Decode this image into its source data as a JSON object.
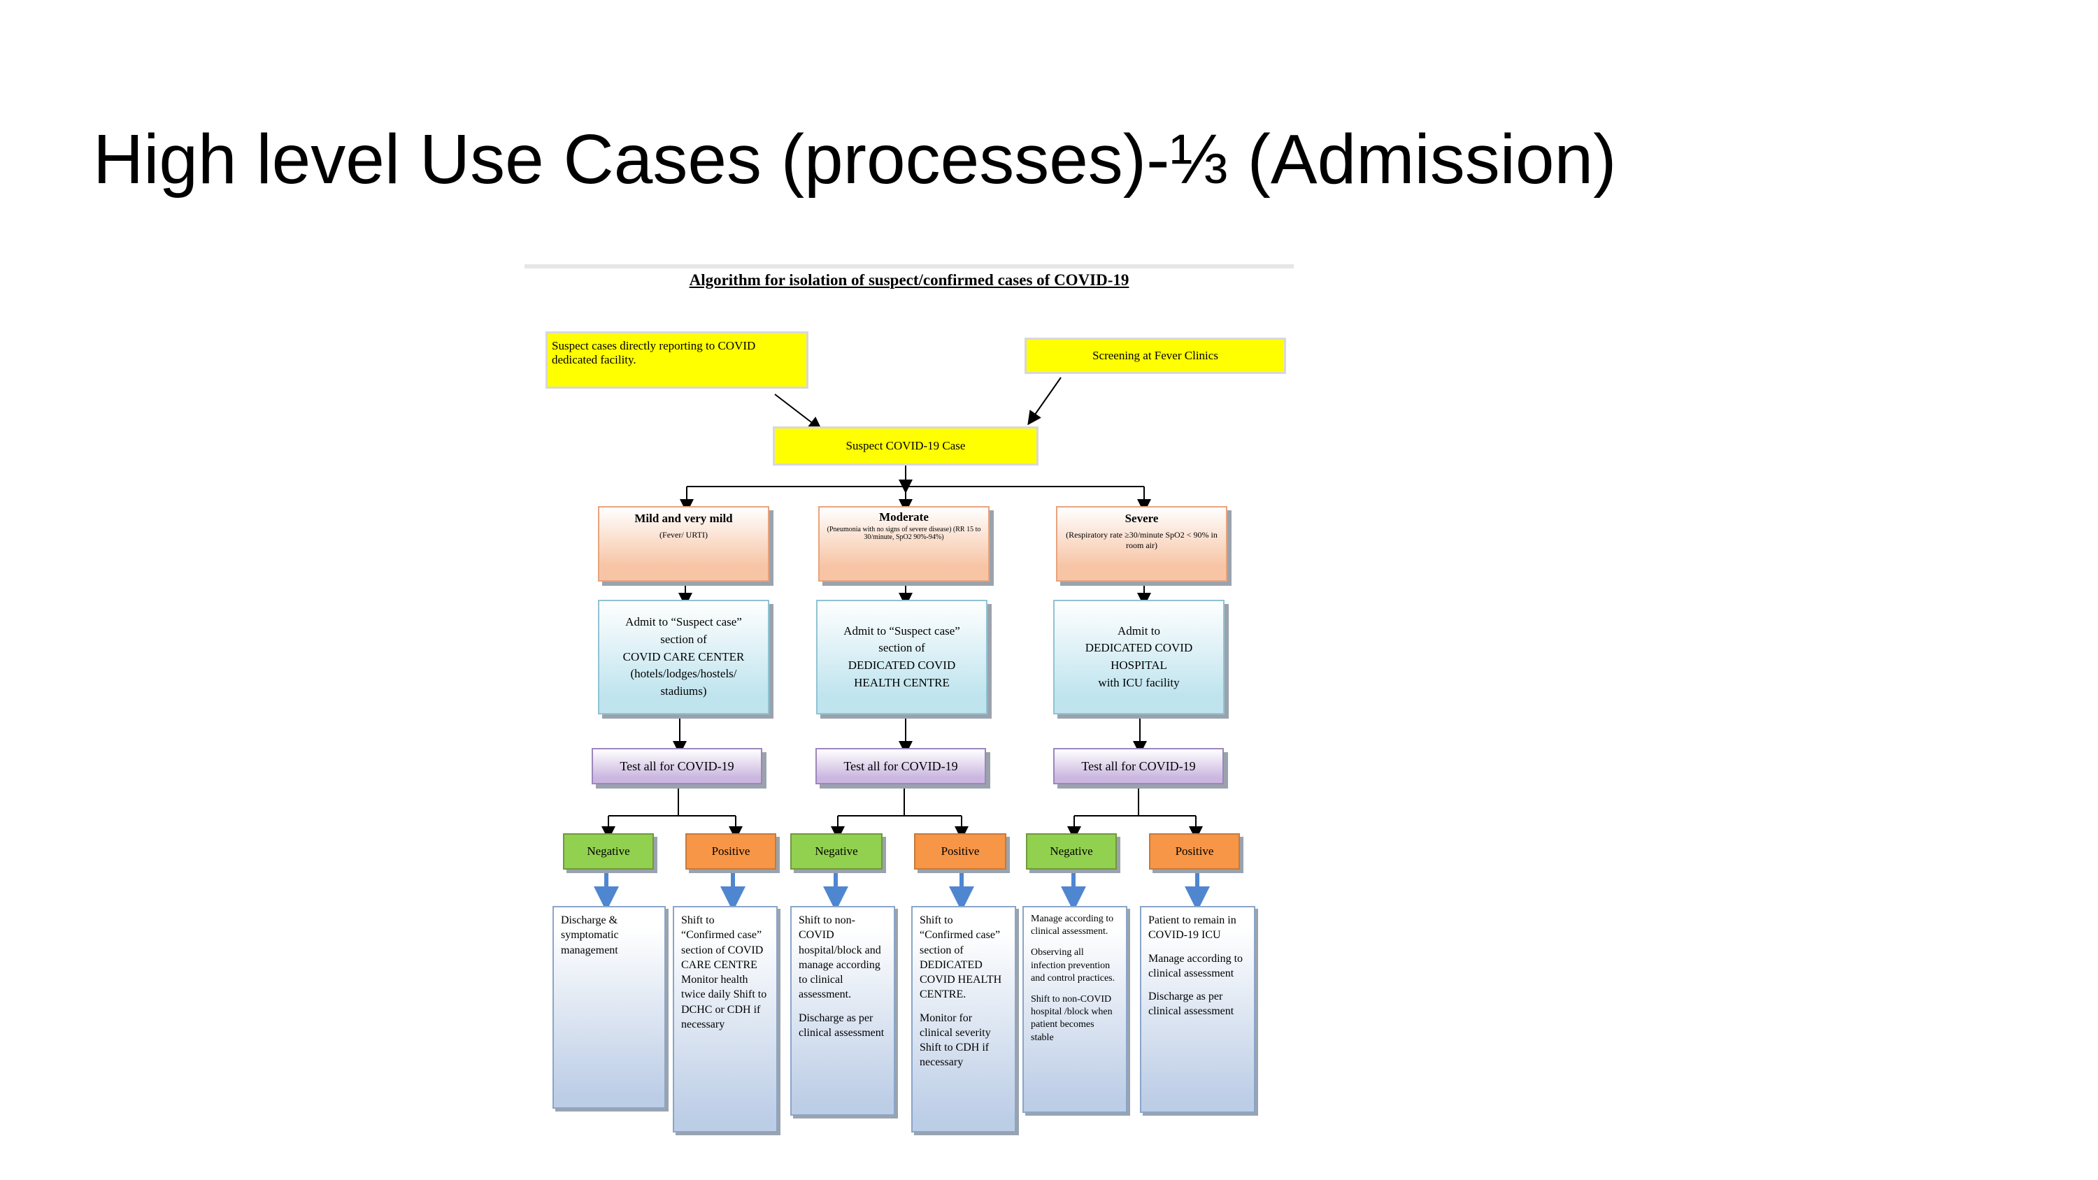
{
  "slide": {
    "title": "High level Use Cases (processes)-⅓ (Admission)"
  },
  "flowchart": {
    "heading": "Algorithm for isolation of suspect/confirmed cases of COVID-19",
    "sources": {
      "direct": "Suspect cases directly reporting to COVID dedicated facility.",
      "fever_clinic": "Screening at Fever Clinics"
    },
    "suspect_case": "Suspect COVID-19 Case",
    "categories": [
      {
        "title": "Mild and very mild",
        "detail": "(Fever/ URTI)",
        "admit": [
          "Admit to “Suspect case”",
          "section of",
          "COVID CARE CENTER",
          "(hotels/lodges/hostels/",
          "stadiums)"
        ],
        "test": "Test all for COVID-19",
        "negative": "Negative",
        "positive": "Positive",
        "negative_outcome": [
          "Discharge & symptomatic management"
        ],
        "positive_outcome": [
          "Shift to “Confirmed case” section of COVID CARE CENTRE Monitor health twice daily Shift to DCHC or CDH if necessary"
        ]
      },
      {
        "title": "Moderate",
        "detail": "(Pneumonia with no signs of severe disease) (RR 15 to 30/minute, SpO2 90%-94%)",
        "admit": [
          "Admit to “Suspect case”",
          "section of",
          "DEDICATED COVID",
          "HEALTH CENTRE"
        ],
        "test": "Test all for COVID-19",
        "negative": "Negative",
        "positive": "Positive",
        "negative_outcome": [
          "Shift to non-COVID hospital/block and manage according to clinical assessment.",
          "Discharge as per clinical assessment"
        ],
        "positive_outcome": [
          "Shift to “Confirmed case” section of DEDICATED COVID HEALTH CENTRE.",
          "Monitor for clinical severity Shift to CDH if necessary"
        ]
      },
      {
        "title": "Severe",
        "detail": "(Respiratory rate ≥30/minute SpO2 < 90% in room air)",
        "admit": [
          "Admit to",
          "DEDICATED COVID",
          "HOSPITAL",
          "with ICU facility"
        ],
        "test": "Test all for COVID-19",
        "negative": "Negative",
        "positive": "Positive",
        "negative_outcome": [
          "Manage according to clinical assessment.",
          "Observing all infection prevention and control practices.",
          "Shift to non-COVID hospital /block when patient becomes stable"
        ],
        "positive_outcome": [
          "Patient to remain in COVID-19 ICU",
          "Manage according to clinical assessment",
          "Discharge as per clinical assessment"
        ]
      }
    ],
    "colors": {
      "source_fill": "#ffff00",
      "category_fill": "#f7c5a6",
      "admit_fill": "#bfe4ee",
      "test_fill": "#cab6df",
      "negative_fill": "#92d050",
      "positive_fill": "#f79646",
      "outcome_fill": "#bccde6",
      "outcome_arrow": "#4f86d0"
    }
  }
}
